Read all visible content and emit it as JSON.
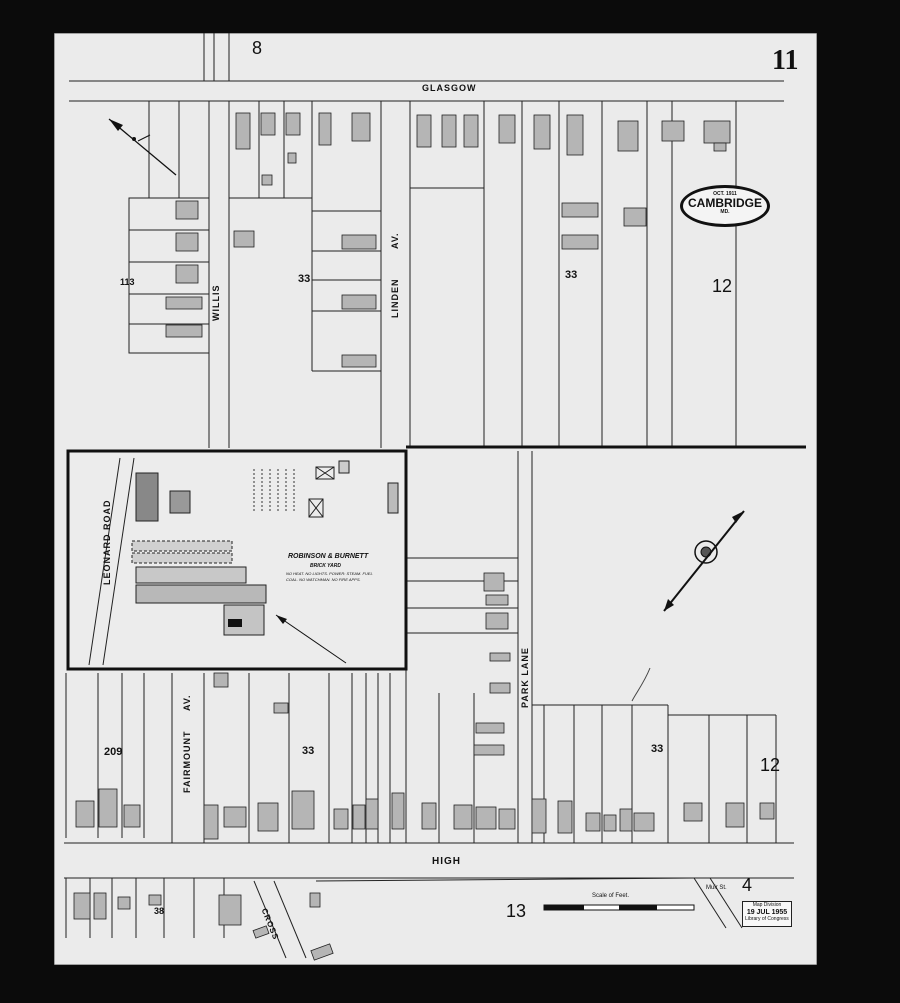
{
  "sheet": {
    "page_number": "11",
    "adjacent_sheets": {
      "north": "8",
      "east_north": "12",
      "east_south": "12",
      "south": "13",
      "southeast": "4"
    }
  },
  "streets": {
    "glasgow": "GLASGOW",
    "willis": "WILLIS",
    "linden": "LINDEN",
    "linden_suffix": "AV.",
    "park_lane": "PARK LANE",
    "fairmount": "FAIRMOUNT",
    "fairmount_suffix": "AV.",
    "high": "HIGH",
    "leonard_road": "LEONARD ROAD",
    "cross": "CROSS",
    "muir": "Muir St."
  },
  "blocks": {
    "b113": "113",
    "b33_nw": "33",
    "b33_ne": "33",
    "b33_s": "33",
    "b33_se": "33",
    "b209": "209",
    "b38": "38"
  },
  "stamp": {
    "date": "OCT. 1911",
    "city": "CAMBRIDGE",
    "state": "MD."
  },
  "inset": {
    "title": "ROBINSON & BURNETT",
    "subtitle": "BRICK YARD",
    "notes": "NO HEAT. NO LIGHTS. POWER: STEAM. FUEL COAL. NO WATCHMAN. NO FIRE APPS."
  },
  "scale": {
    "label": "Scale of Feet."
  },
  "library_stamp": {
    "line1": "Map Division",
    "line2": "19 JUL 1955",
    "line3": "Library of Congress"
  },
  "icons": [
    "north-arrow-icon",
    "compass-rose-icon"
  ],
  "colors": {
    "paper": "#ebebeb",
    "ink": "#111111",
    "building": "#b5b5b5",
    "frame": "#0b0b0b"
  }
}
